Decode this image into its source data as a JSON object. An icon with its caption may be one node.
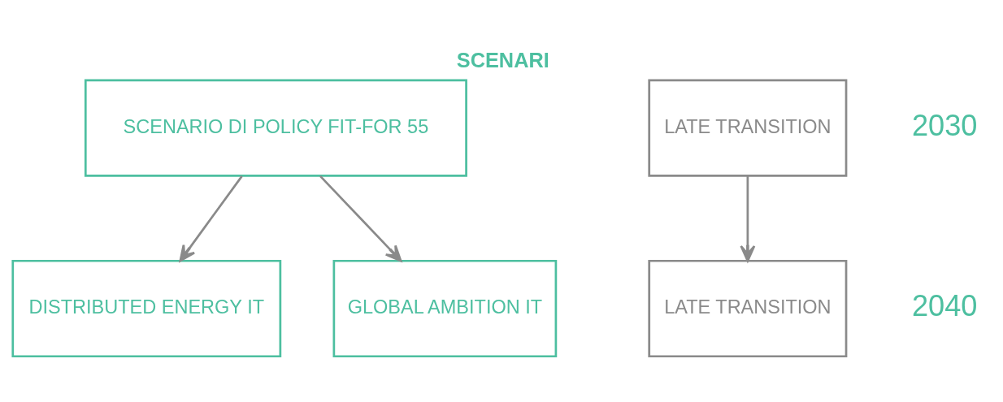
{
  "diagram": {
    "title": "SCENARI",
    "nodes": [
      {
        "text": [
          "SCENARIO DI POLICY FIT-FOR 55"
        ]
      },
      {
        "text": [
          "LATE TRANSITION"
        ]
      },
      {
        "text": [
          "DISTRIBUTED ENERGY IT"
        ]
      },
      {
        "text": [
          "GLOBAL AMBITION IT"
        ]
      },
      {
        "text": [
          "LATE TRANSITION"
        ]
      }
    ],
    "edges": [
      {
        "from": 0,
        "to": 2,
        "arrow": "to"
      },
      {
        "from": 0,
        "to": 3,
        "arrow": "to"
      },
      {
        "from": 1,
        "to": 4,
        "arrow": "to"
      }
    ],
    "labels": [
      "2030",
      "2040"
    ]
  }
}
